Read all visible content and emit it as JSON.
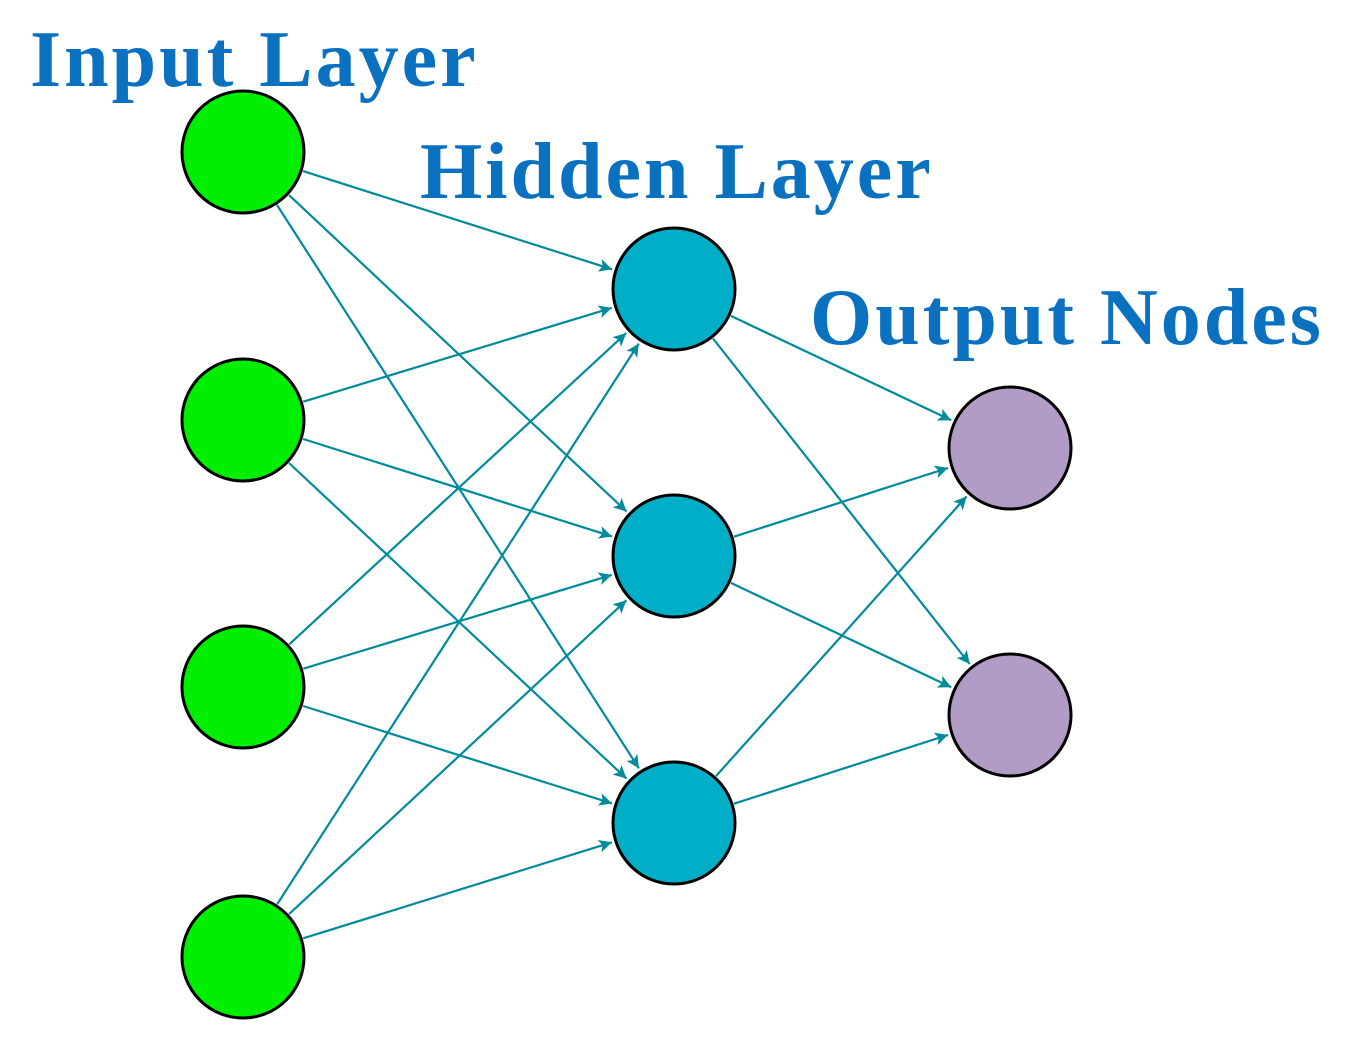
{
  "labels": {
    "input": "Input Layer",
    "hidden": "Hidden Layer",
    "output": "Output Nodes"
  },
  "colors": {
    "label_text": "#0a70c0",
    "edge": "#008b9a",
    "input_node": "#00ee00",
    "hidden_node": "#00aec8",
    "output_node": "#b29cc6",
    "node_outline": "#000000"
  },
  "network": {
    "input_nodes": 4,
    "hidden_nodes": 3,
    "output_nodes": 2,
    "connectivity": "fully-connected",
    "direction": "left-to-right"
  }
}
